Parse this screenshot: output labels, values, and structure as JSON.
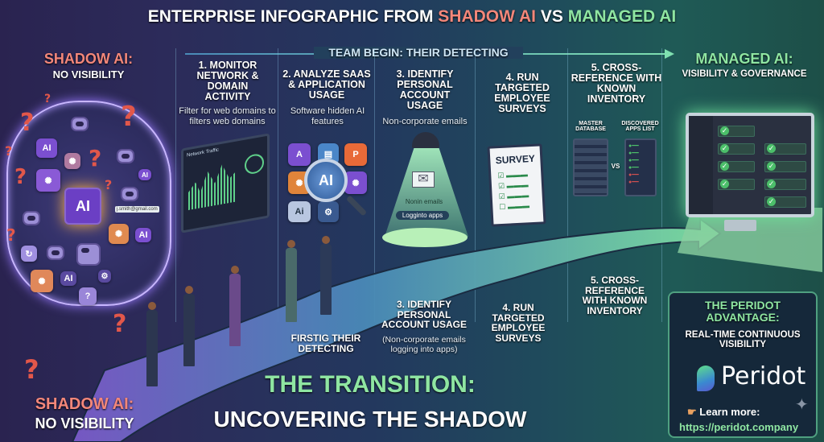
{
  "title": {
    "part1": "ENTERPRISE INFOGRAPHIC FROM ",
    "shadow": "SHADOW AI",
    "vs": " VS ",
    "managed": "MANAGED AI"
  },
  "banner": "TEAM BEGIN: THEIR DETECTING",
  "left": {
    "heading": "SHADOW AI:",
    "sub": "NO VISIBILITY",
    "email_tag": "j.smith@gmail.com",
    "center_icon": "AI",
    "bottom_heading": "SHADOW AI:",
    "bottom_sub": "NO VISIBILITY"
  },
  "right": {
    "heading": "MANAGED AI:",
    "sub": "VISIBILITY & GOVERNANCE"
  },
  "steps": [
    {
      "title": "1. MONITOR NETWORK & DOMAIN ACTIVITY",
      "desc": "Filter for web domains to filters web domains",
      "screen_label": "Network Traffic"
    },
    {
      "title": "2. ANALYZE SAAS & APPLICATION USAGE",
      "desc": "Software hidden AI features",
      "lens": "AI"
    },
    {
      "title": "3. IDENTIFY PERSONAL ACCOUNT USAGE",
      "desc": "Non-corporate emails",
      "spot1": "Nonin emails",
      "spot2": "Logginto apps"
    },
    {
      "title": "4. RUN TARGETED EMPLOYEE SURVEYS",
      "survey": "SURVEY"
    },
    {
      "title": "5. CROSS-REFERENCE WITH KNOWN INVENTORY",
      "list_a": "MASTER DATABASE",
      "vs": "VS",
      "list_b": "DISCOVERED APPS LIST"
    }
  ],
  "path_labels": [
    {
      "title": "FIRSTIG THEIR DETECTING"
    },
    {
      "title": "3. IDENTIFY PERSONAL ACCOUNT USAGE",
      "desc": "(Non-corporate emails logging into apps)"
    },
    {
      "title": "4. RUN TARGETED EMPLOYEE SURVEYS"
    },
    {
      "title": "5. CROSS-REFERENCE WITH KNOWN INVENTORY"
    }
  ],
  "transition": {
    "line1": "THE TRANSITION:",
    "line2": "UNCOVERING THE SHADOW"
  },
  "peridot": {
    "heading": "THE PERIDOT ADVANTAGE:",
    "sub": "REAL-TIME CONTINUOUS VISIBILITY",
    "brand": "Peridot",
    "learn": "Learn more:",
    "url": "https://peridot.company"
  },
  "colors": {
    "shadow": "#f3877a",
    "managed": "#8fe6a2"
  }
}
